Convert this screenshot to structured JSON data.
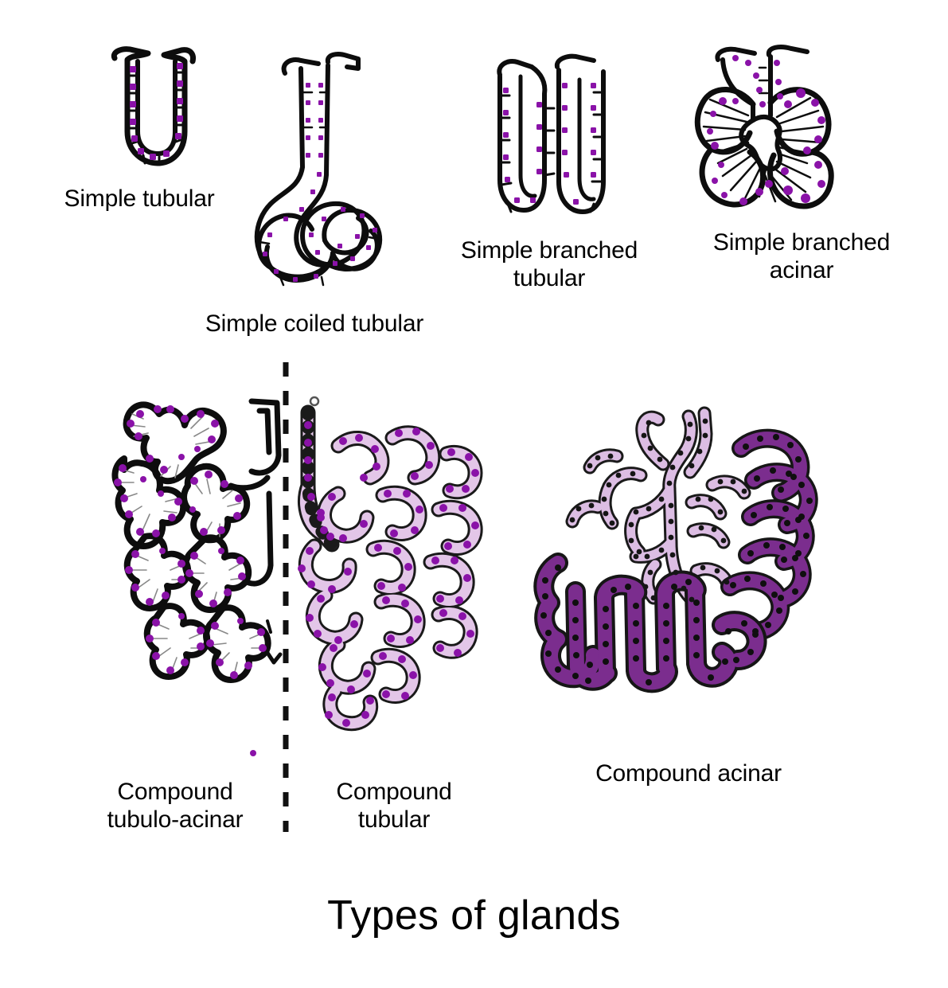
{
  "diagram": {
    "title": "Types of glands",
    "background_color": "#ffffff",
    "outline_color": "#0d0d0d",
    "nucleus_purple": "#8A12A8",
    "cytoplasm_light_purple": "#E3C6E8",
    "deep_purple": "#7B2D8E",
    "label_color": "#000000"
  },
  "glands": [
    {
      "id": "simple-tubular",
      "label": "Simple tubular",
      "row": "top",
      "fill_style": "outline-white",
      "nuclei_color": "#8A12A8"
    },
    {
      "id": "simple-coiled-tubular",
      "label": "Simple coiled tubular",
      "row": "top",
      "fill_style": "outline-white",
      "nuclei_color": "#8A12A8"
    },
    {
      "id": "simple-branched-tubular",
      "label": "Simple branched\ntubular",
      "row": "top",
      "fill_style": "outline-white",
      "nuclei_color": "#8A12A8"
    },
    {
      "id": "simple-branched-acinar",
      "label": "Simple branched\nacinar",
      "row": "top",
      "fill_style": "outline-white-radiating",
      "nuclei_color": "#8A12A8"
    },
    {
      "id": "compound-tubulo-acinar",
      "label": "Compound\ntubulo-acinar",
      "row": "bottom",
      "fill_style": "grayscale-acinar",
      "nuclei_color": "#8A12A8"
    },
    {
      "id": "compound-tubular",
      "label": "Compound\ntubular",
      "row": "bottom",
      "fill_style": "light-purple-tubular",
      "nuclei_color": "#8A12A8"
    },
    {
      "id": "compound-acinar",
      "label": "Compound acinar",
      "row": "bottom",
      "fill_style": "deep-purple",
      "nuclei_color": "#151515"
    }
  ],
  "divider": {
    "style": "dashed-vertical",
    "color": "#111111"
  }
}
